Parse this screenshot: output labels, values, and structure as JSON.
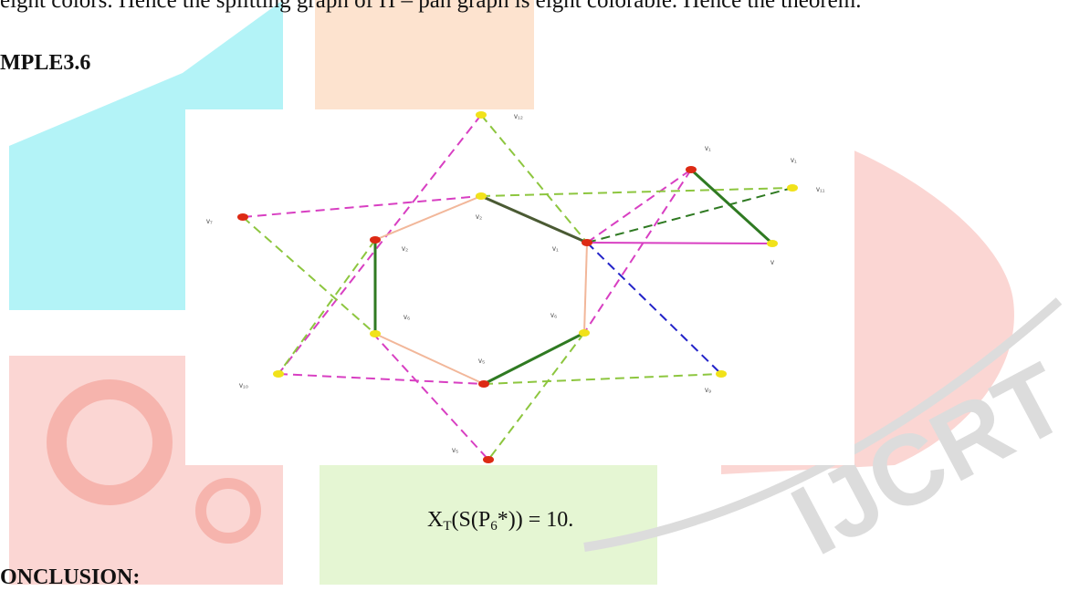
{
  "paper": {
    "top_line": "eight colors. Hence the splitting graph of H – pan graph is eight colorable.  Hence the theorem.",
    "example_heading": "MPLE3.6",
    "conclusion_heading": "ONCLUSION:"
  },
  "formula": {
    "lhs": "X",
    "sub_T": "T",
    "open": "(S(P",
    "sub_6": "6",
    "rest": "*)) = 10."
  },
  "figure": {
    "vertex_labels": [
      "v₁₂",
      "v₁",
      "v₇",
      "v₂",
      "v₁",
      "v₂",
      "v",
      "v₆",
      "v₅",
      "v₆",
      "v₅",
      "v₁₀",
      "v₉",
      "v₁₁",
      "v₁"
    ],
    "colors": {
      "yellow_vertex": "#f1e21a",
      "red_vertex": "#dd2a14",
      "magenta_edge": "#d83fc2",
      "light_green_edge": "#8dc63f",
      "dark_green_edge": "#2f7a22",
      "peach_edge": "#f2b79a",
      "blue_edge": "#2323c9"
    }
  },
  "watermark": {
    "logo_text": "IJCRT",
    "colors": {
      "cyan": "#b3f3f7",
      "peach": "#fde3cf",
      "green": "#e5f6d3",
      "red": "#fbd6d3",
      "grey": "#dcdcdc"
    }
  }
}
